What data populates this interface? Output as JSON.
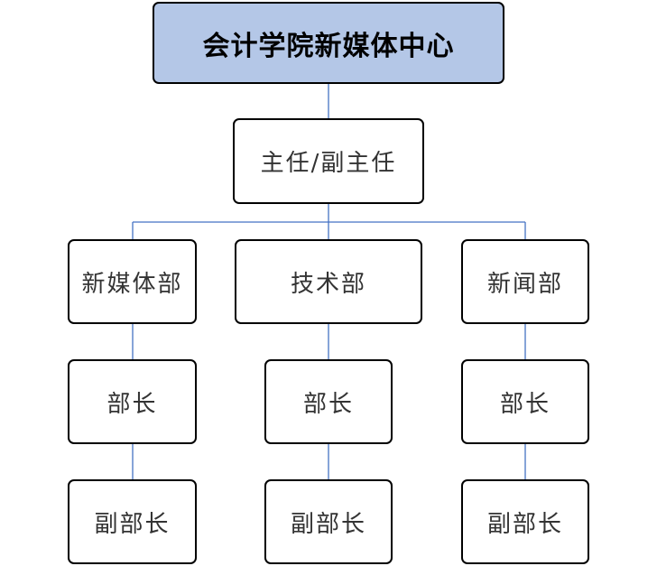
{
  "diagram": {
    "root": {
      "label": "会计学院新媒体中心"
    },
    "director": {
      "label": "主任/副主任"
    },
    "departments": [
      {
        "label": "新媒体部",
        "head": "部长",
        "deputy": "副部长"
      },
      {
        "label": "技术部",
        "head": "部长",
        "deputy": "副部长"
      },
      {
        "label": "新闻部",
        "head": "部长",
        "deputy": "副部长"
      }
    ]
  },
  "colors": {
    "root_fill": "#b4c7e7",
    "connector": "#4472c4",
    "border": "#000000"
  }
}
